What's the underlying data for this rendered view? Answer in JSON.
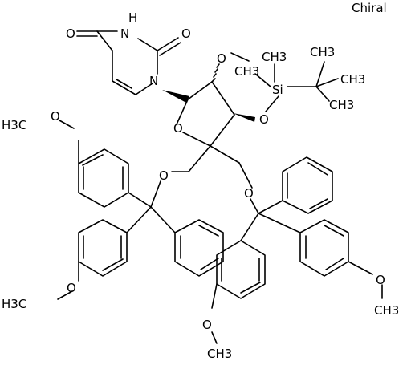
{
  "chiral_flag": "Chiral",
  "atoms": {
    "uracil_carbonyl_o4": "O",
    "uracil_nh": "N",
    "uracil_h": "H",
    "uracil_carbonyl_o2": "O",
    "uracil_n1": "N",
    "methoxy_o2": "O",
    "silyl_methyl_a": "CH3",
    "silyl_methyl_b": "CH3",
    "silicon": "Si",
    "tbu_methyl_top": "CH3",
    "tbu_methyl_right": "CH3",
    "tbu_methyl_low": "CH3",
    "silyl_ether_o": "O",
    "ring_o": "O",
    "trityl_ether_o_left": "O",
    "trityl_ether_o_right": "O",
    "methoxy_top_left_me": "H3C",
    "methoxy_top_left_o": "O",
    "methoxy_bottom_left_me": "H3C",
    "methoxy_bottom_left_o": "O",
    "methoxy_bottom_mid_o": "O",
    "methoxy_bottom_mid_me": "CH3",
    "methoxy_right_o": "O",
    "methoxy_right_me": "CH3"
  }
}
